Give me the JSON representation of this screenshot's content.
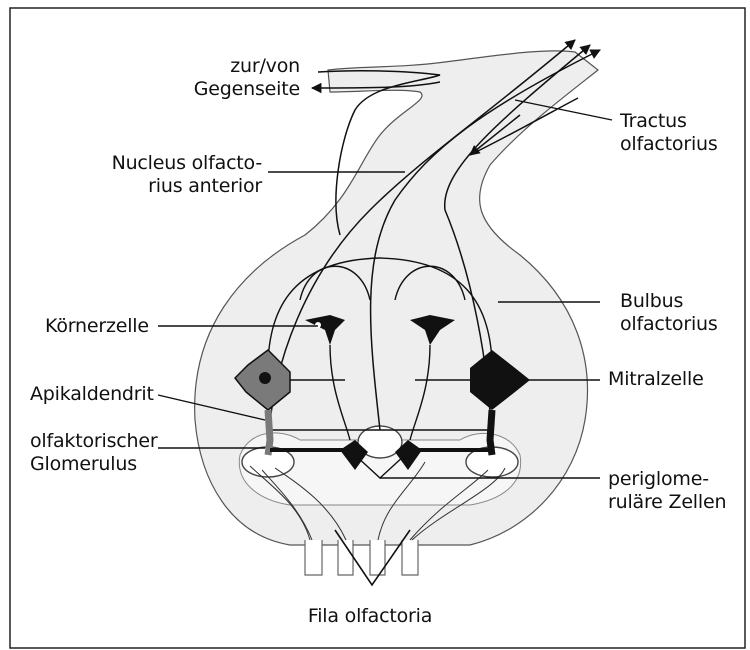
{
  "labels": {
    "gegenseite": [
      "zur/von",
      "Gegenseite"
    ],
    "tractus": [
      "Tractus",
      "olfactorius"
    ],
    "nucleus": [
      "Nucleus olfacto-",
      "rius anterior"
    ],
    "bulbus": [
      "Bulbus",
      "olfactorius"
    ],
    "koernerzelle": "Körnerzelle",
    "mitralzelle": "Mitralzelle",
    "apikaldendrit": "Apikaldendrit",
    "glomerulus": [
      "olfaktorischer",
      "Glomerulus"
    ],
    "periglomerulaere": [
      "periglome-",
      "ruläre Zellen"
    ],
    "fila": "Fila olfactoria"
  },
  "colors": {
    "bulb_fill": "#eeeeee",
    "mitral_cell": "#111111",
    "gray_mitral_cell": "#7a7a7a",
    "line": "#111111"
  }
}
